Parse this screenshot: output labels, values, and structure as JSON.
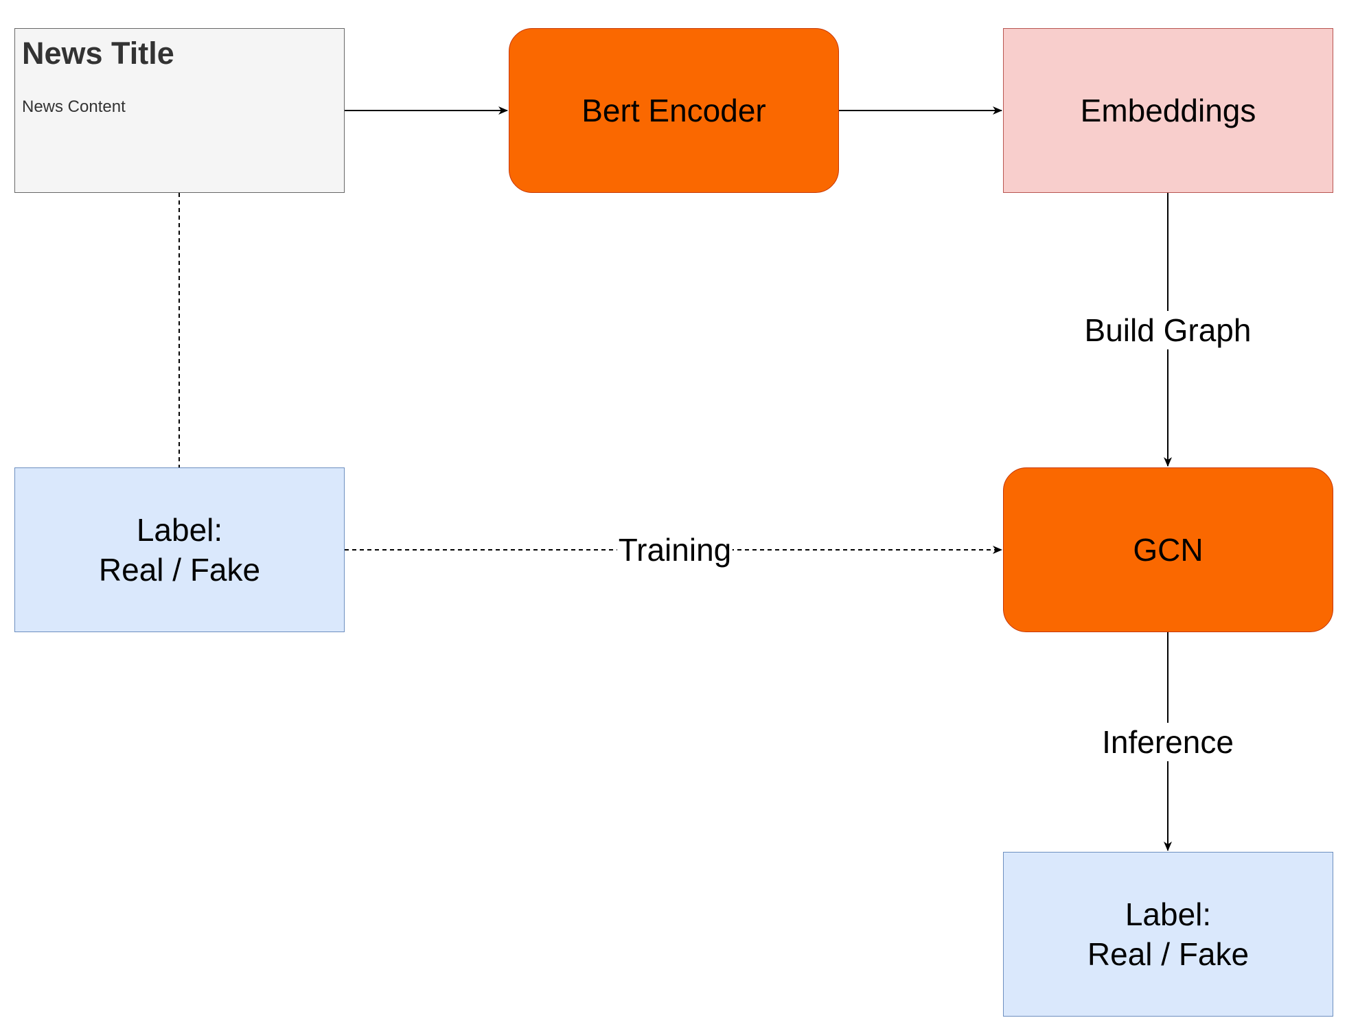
{
  "nodes": {
    "news": {
      "title": "News Title",
      "content": "News Content"
    },
    "bert_encoder": {
      "label": "Bert Encoder"
    },
    "embeddings": {
      "label": "Embeddings"
    },
    "gcn": {
      "label": "GCN"
    },
    "label_left": {
      "line1": "Label:",
      "line2": "Real / Fake"
    },
    "label_bottom": {
      "line1": "Label:",
      "line2": "Real / Fake"
    }
  },
  "edges": {
    "build_graph": "Build Graph",
    "training": "Training",
    "inference": "Inference"
  },
  "colors": {
    "news_fill": "#f5f5f5",
    "news_stroke": "#666666",
    "model_fill": "#fa6800",
    "model_stroke": "#c73500",
    "embeddings_fill": "#f8cecc",
    "embeddings_stroke": "#b85450",
    "label_fill": "#dae8fc",
    "label_stroke": "#6c8ebf",
    "edge": "#000000"
  }
}
